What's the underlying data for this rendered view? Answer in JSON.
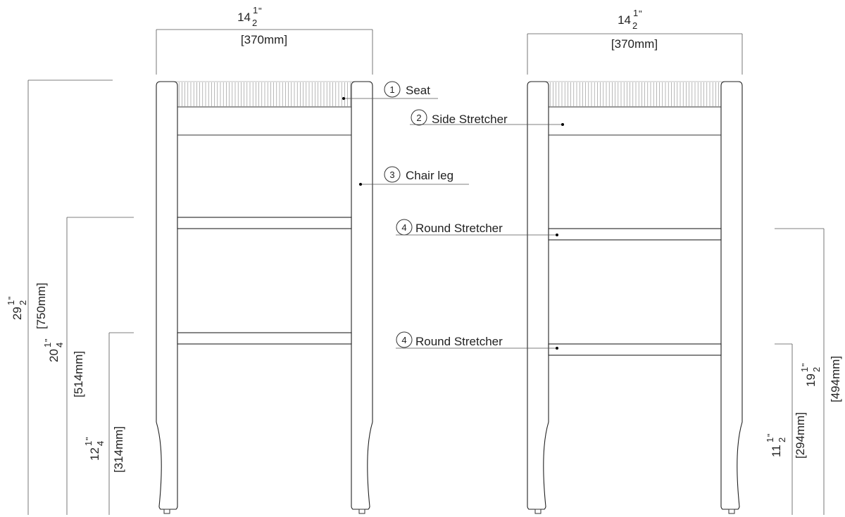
{
  "diagram": {
    "dimensions": {
      "left_width": {
        "whole": "14",
        "num": "1",
        "den": "2",
        "inch": "\"",
        "mm": "[370mm]"
      },
      "right_width": {
        "whole": "14",
        "num": "1",
        "den": "2",
        "inch": "\"",
        "mm": "[370mm]"
      },
      "total_height": {
        "whole": "29",
        "num": "1",
        "den": "2",
        "inch": "\"",
        "mm": "[750mm]"
      },
      "upper_stretcher_height": {
        "whole": "20",
        "num": "1",
        "den": "4",
        "inch": "\"",
        "mm": "[514mm]"
      },
      "lower_stretcher_height": {
        "whole": "12",
        "num": "1",
        "den": "4",
        "inch": "\"",
        "mm": "[314mm]"
      },
      "right_upper_height": {
        "whole": "19",
        "num": "1",
        "den": "2",
        "inch": "\"",
        "mm": "[494mm]"
      },
      "right_lower_height": {
        "whole": "11",
        "num": "1",
        "den": "2",
        "inch": "\"",
        "mm": "[294mm]"
      }
    },
    "callouts": [
      {
        "num": "1",
        "label": "Seat"
      },
      {
        "num": "2",
        "label": "Side Stretcher"
      },
      {
        "num": "3",
        "label": "Chair leg"
      },
      {
        "num": "4",
        "label": "Round Stretcher"
      },
      {
        "num": "4",
        "label": "Round Stretcher"
      }
    ]
  }
}
